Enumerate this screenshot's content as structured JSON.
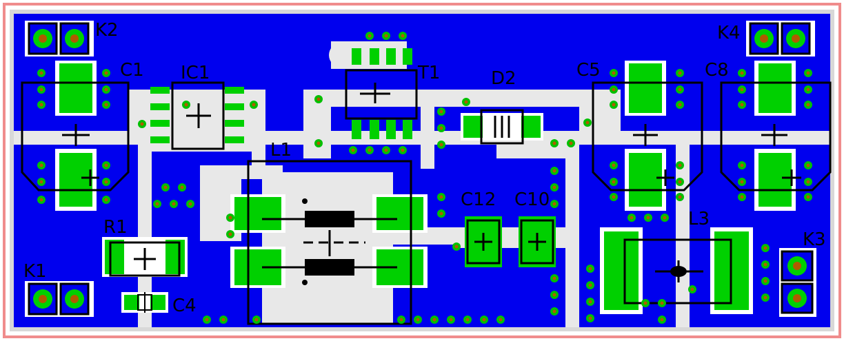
{
  "colors": {
    "background": "#ffffff",
    "board_outline": "#f08c8c",
    "copper_pour": "#0000ee",
    "trace": "#e6e6e6",
    "pad": "#00d000",
    "via": "#00c000",
    "via_hole": "#b05a00",
    "silkscreen": "#000000"
  },
  "labels": {
    "k1": "K1",
    "k2": "K2",
    "k3": "K3",
    "k4": "K4",
    "c1": "C1",
    "ic1": "IC1",
    "t1": "T1",
    "d2": "D2",
    "c5": "C5",
    "c8": "C8",
    "l1": "L1",
    "c12": "C12",
    "c10": "C10",
    "l3": "L3",
    "r1": "R1",
    "c4": "C4"
  }
}
